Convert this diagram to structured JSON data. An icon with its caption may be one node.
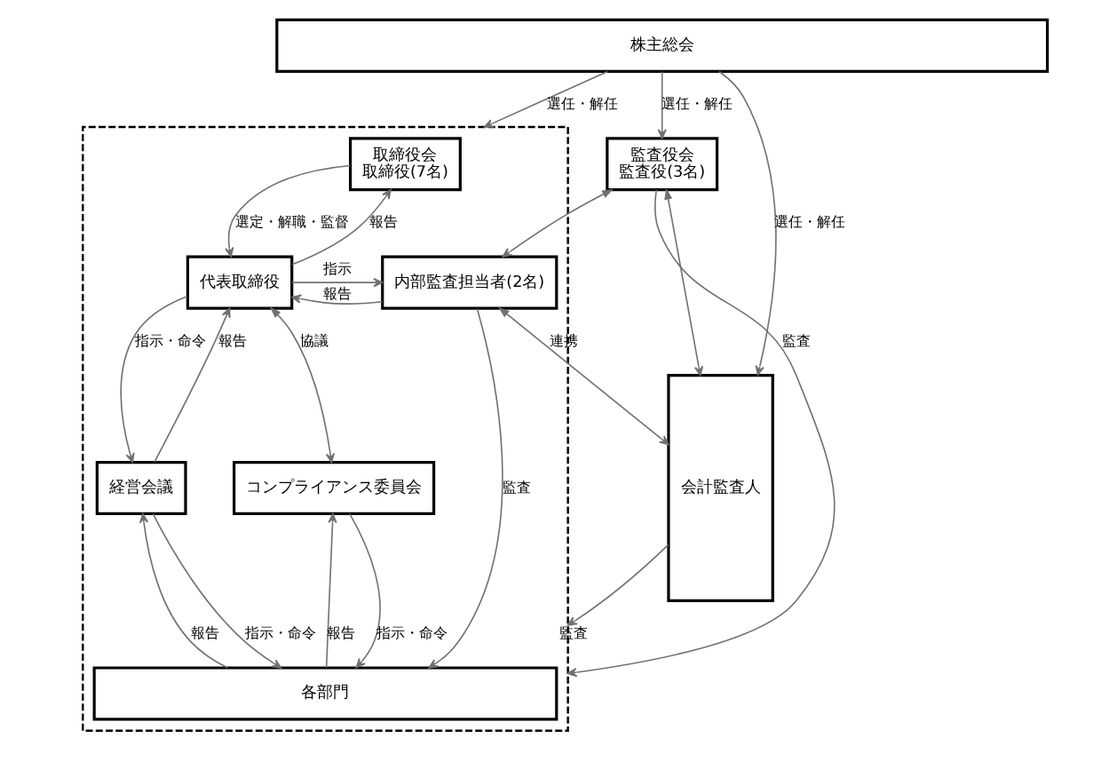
{
  "diagram": {
    "nodes": [
      {
        "text": [
          "株主総会"
        ]
      },
      {
        "text": [],
        "shape": "box"
      },
      {
        "text": [
          "取締役会",
          "取締役(7名)"
        ],
        "in": 1
      },
      {
        "text": [
          "代表取締役"
        ],
        "in": 1
      },
      {
        "text": [
          "内部監査担当者(2名)"
        ],
        "in": 1
      },
      {
        "text": [
          "経営会議"
        ],
        "in": 1
      },
      {
        "text": [
          "コンプライアンス委員会"
        ],
        "in": 1
      },
      {
        "text": [
          "各部門"
        ],
        "in": 1
      },
      {
        "text": [
          "監査役会",
          "監査役(3名)"
        ]
      },
      {
        "text": [
          "会計監査人"
        ]
      }
    ],
    "edges": [
      {
        "from": 0,
        "to": 1,
        "arrow": "to",
        "label": "選任・解任"
      },
      {
        "from": 0,
        "to": 8,
        "arrow": "to",
        "label": "選任・解任"
      },
      {
        "from": 0,
        "to": 9,
        "arrow": "to",
        "label": "選任・解任"
      },
      {
        "from": 8,
        "to": 1,
        "arrow": "to",
        "label": "監査"
      },
      {
        "from": 2,
        "to": 3,
        "arrow": "to",
        "label": "選定・解職・監督"
      },
      {
        "from": 3,
        "to": 2,
        "arrow": "to",
        "label": "報告"
      },
      {
        "from": 3,
        "to": 4,
        "arrow": "to",
        "label": "指示"
      },
      {
        "from": 4,
        "to": 3,
        "arrow": "to",
        "label": "報告"
      },
      {
        "from": 3,
        "to": 5,
        "arrow": "to",
        "label": "指示・命令"
      },
      {
        "from": 5,
        "to": 3,
        "arrow": "to",
        "label": "報告"
      },
      {
        "from": 3,
        "to": 6,
        "arrow": "both",
        "label": "協議"
      },
      {
        "from": 5,
        "to": 7,
        "arrow": "to",
        "label": "指示・命令"
      },
      {
        "from": 7,
        "to": 5,
        "arrow": "to",
        "label": "報告"
      },
      {
        "from": 6,
        "to": 7,
        "arrow": "to",
        "label": "指示・命令"
      },
      {
        "from": 7,
        "to": 6,
        "arrow": "to",
        "label": "報告"
      },
      {
        "from": 4,
        "to": 7,
        "arrow": "to",
        "label": "監査"
      },
      {
        "from": 4,
        "to": 9,
        "arrow": "both",
        "label": "連携"
      },
      {
        "from": 8,
        "to": 4,
        "arrow": "both"
      },
      {
        "from": 8,
        "to": 9,
        "arrow": "both"
      },
      {
        "from": 9,
        "to": 1,
        "arrow": "to",
        "label": "監査"
      }
    ]
  }
}
